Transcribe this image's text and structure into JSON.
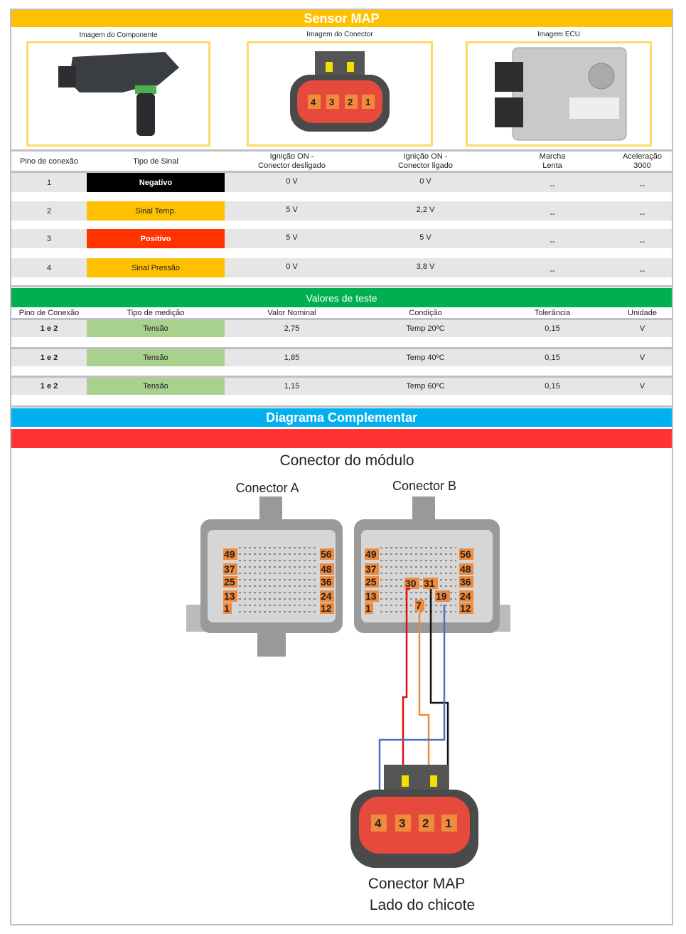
{
  "title": "Sensor MAP",
  "images": {
    "component": "Imagem do Componente",
    "connector": "Imagem do Conector",
    "ecu": "Imagem ECU"
  },
  "sensor_table": {
    "headers": [
      "Pino de conexão",
      "Tipo de Sinal",
      "Ignição ON -\nConector desligado",
      "Ignição ON -\nConector ligado",
      "Marcha\nLenta",
      "Aceleração\n3000"
    ],
    "rows": [
      {
        "pin": "1",
        "signal": "Negativo",
        "color": "#000000",
        "text_color": "#ffffff",
        "off": "0 V",
        "on": "0 V",
        "idle": "--",
        "accel": "--"
      },
      {
        "pin": "2",
        "signal": "Sinal Temp.",
        "color": "#ffc000",
        "text_color": "#222222",
        "off": "5 V",
        "on": "2,2 V",
        "idle": "--",
        "accel": "--"
      },
      {
        "pin": "3",
        "signal": "Positivo",
        "color": "#ff3300",
        "text_color": "#ffffff",
        "off": "5 V",
        "on": "5 V",
        "idle": "--",
        "accel": "--"
      },
      {
        "pin": "4",
        "signal": "Sinal Pressão",
        "color": "#ffc000",
        "text_color": "#222222",
        "off": "0 V",
        "on": "3,8 V",
        "idle": "--",
        "accel": "--"
      }
    ]
  },
  "test_values": {
    "title": "Valores de teste",
    "headers": [
      "Pino de Conexão",
      "Tipo de medição",
      "Valor Nominal",
      "Condição",
      "Tolerância",
      "Unidade"
    ],
    "rows": [
      {
        "pin": "1 e 2",
        "type": "Tensão",
        "nominal": "2,75",
        "condition": "Temp 20ºC",
        "tolerance": "0,15",
        "unit": "V"
      },
      {
        "pin": "1 e 2",
        "type": "Tensão",
        "nominal": "1,85",
        "condition": "Temp 40ºC",
        "tolerance": "0,15",
        "unit": "V"
      },
      {
        "pin": "1 e 2",
        "type": "Tensão",
        "nominal": "1,15",
        "condition": "Temp 60ºC",
        "tolerance": "0,15",
        "unit": "V"
      }
    ]
  },
  "diagram": {
    "title": "Diagrama Complementar",
    "module_title": "Conector do módulo",
    "connector_a": "Conector A",
    "connector_b": "Conector B",
    "pins_left": [
      "49",
      "37",
      "25",
      "13",
      "1"
    ],
    "pins_right": [
      "56",
      "48",
      "36",
      "24",
      "12"
    ],
    "pins_extra": [
      "30",
      "31",
      "19",
      "7"
    ],
    "map_pins": [
      "4",
      "3",
      "2",
      "1"
    ],
    "map_label_1": "Conector MAP",
    "map_label_2": "Lado do chicote",
    "ecu_labels": [
      "Conector A",
      "Conector B"
    ]
  },
  "colors": {
    "title": "#ffc000",
    "green": "#00b050",
    "blue": "#00b0f0",
    "red": "#ff3333",
    "pin": "#f08a3c"
  }
}
